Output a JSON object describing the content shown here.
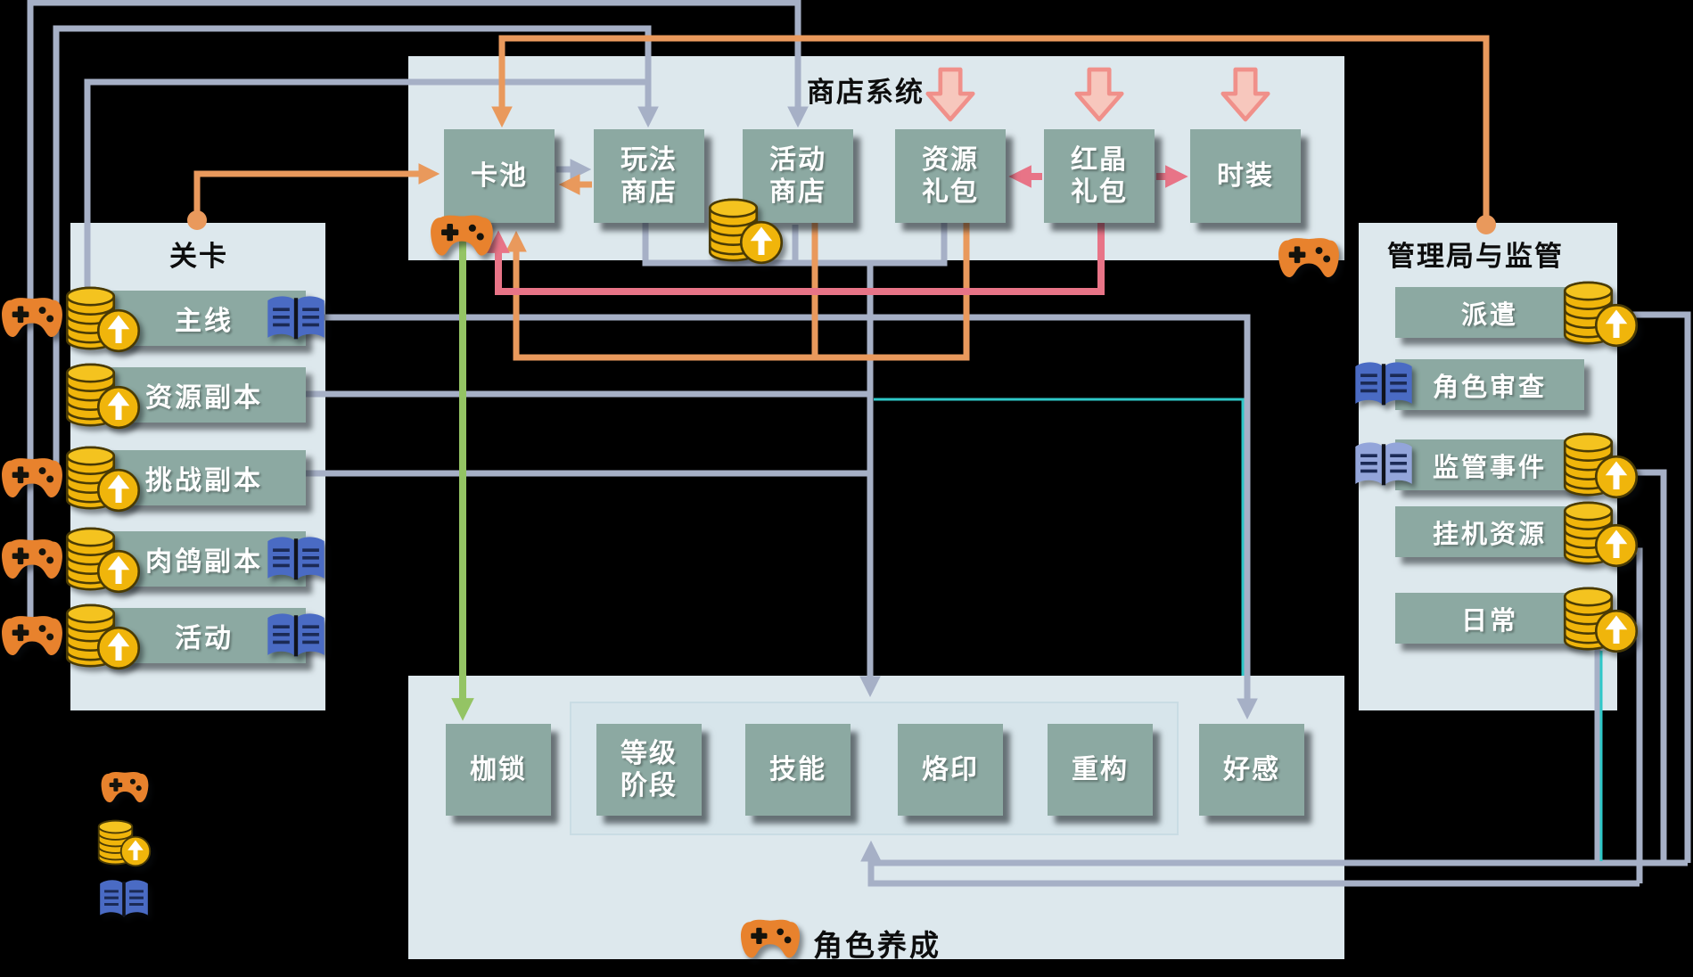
{
  "shop": {
    "title": "商店系统",
    "boxes": [
      "卡池",
      "玩法商店",
      "活动商店",
      "资源礼包",
      "红晶礼包",
      "时装"
    ]
  },
  "stages": {
    "title": "关卡",
    "rows": [
      "主线",
      "资源副本",
      "挑战副本",
      "肉鸽副本",
      "活动"
    ]
  },
  "bureau": {
    "title": "管理局与监管",
    "rows": [
      "派遣",
      "角色审查",
      "监管事件",
      "挂机资源",
      "日常"
    ]
  },
  "growth": {
    "title": "角色养成",
    "boxes": [
      "枷锁",
      "等级阶段",
      "技能",
      "烙印",
      "重构",
      "好感"
    ]
  },
  "legend": {
    "icons": [
      "gamepad-icon",
      "coins-icon",
      "book-icon"
    ]
  },
  "colors": {
    "panel": "#dde8ed",
    "inner_panel": "#d7e5eb",
    "node": "#8ca9a2",
    "wire_gray": "#a6b0c6",
    "wire_orange": "#e9995c",
    "wire_pink": "#e87487",
    "wire_green": "#94c464",
    "wire_teal": "#2ec8c8",
    "salmon_arrow": "#f0908a",
    "coin_gold": "#f0b50b",
    "gamepad_orange": "#e8822d",
    "book_dark": "#4a6bc4",
    "book_light": "#93a5da"
  }
}
